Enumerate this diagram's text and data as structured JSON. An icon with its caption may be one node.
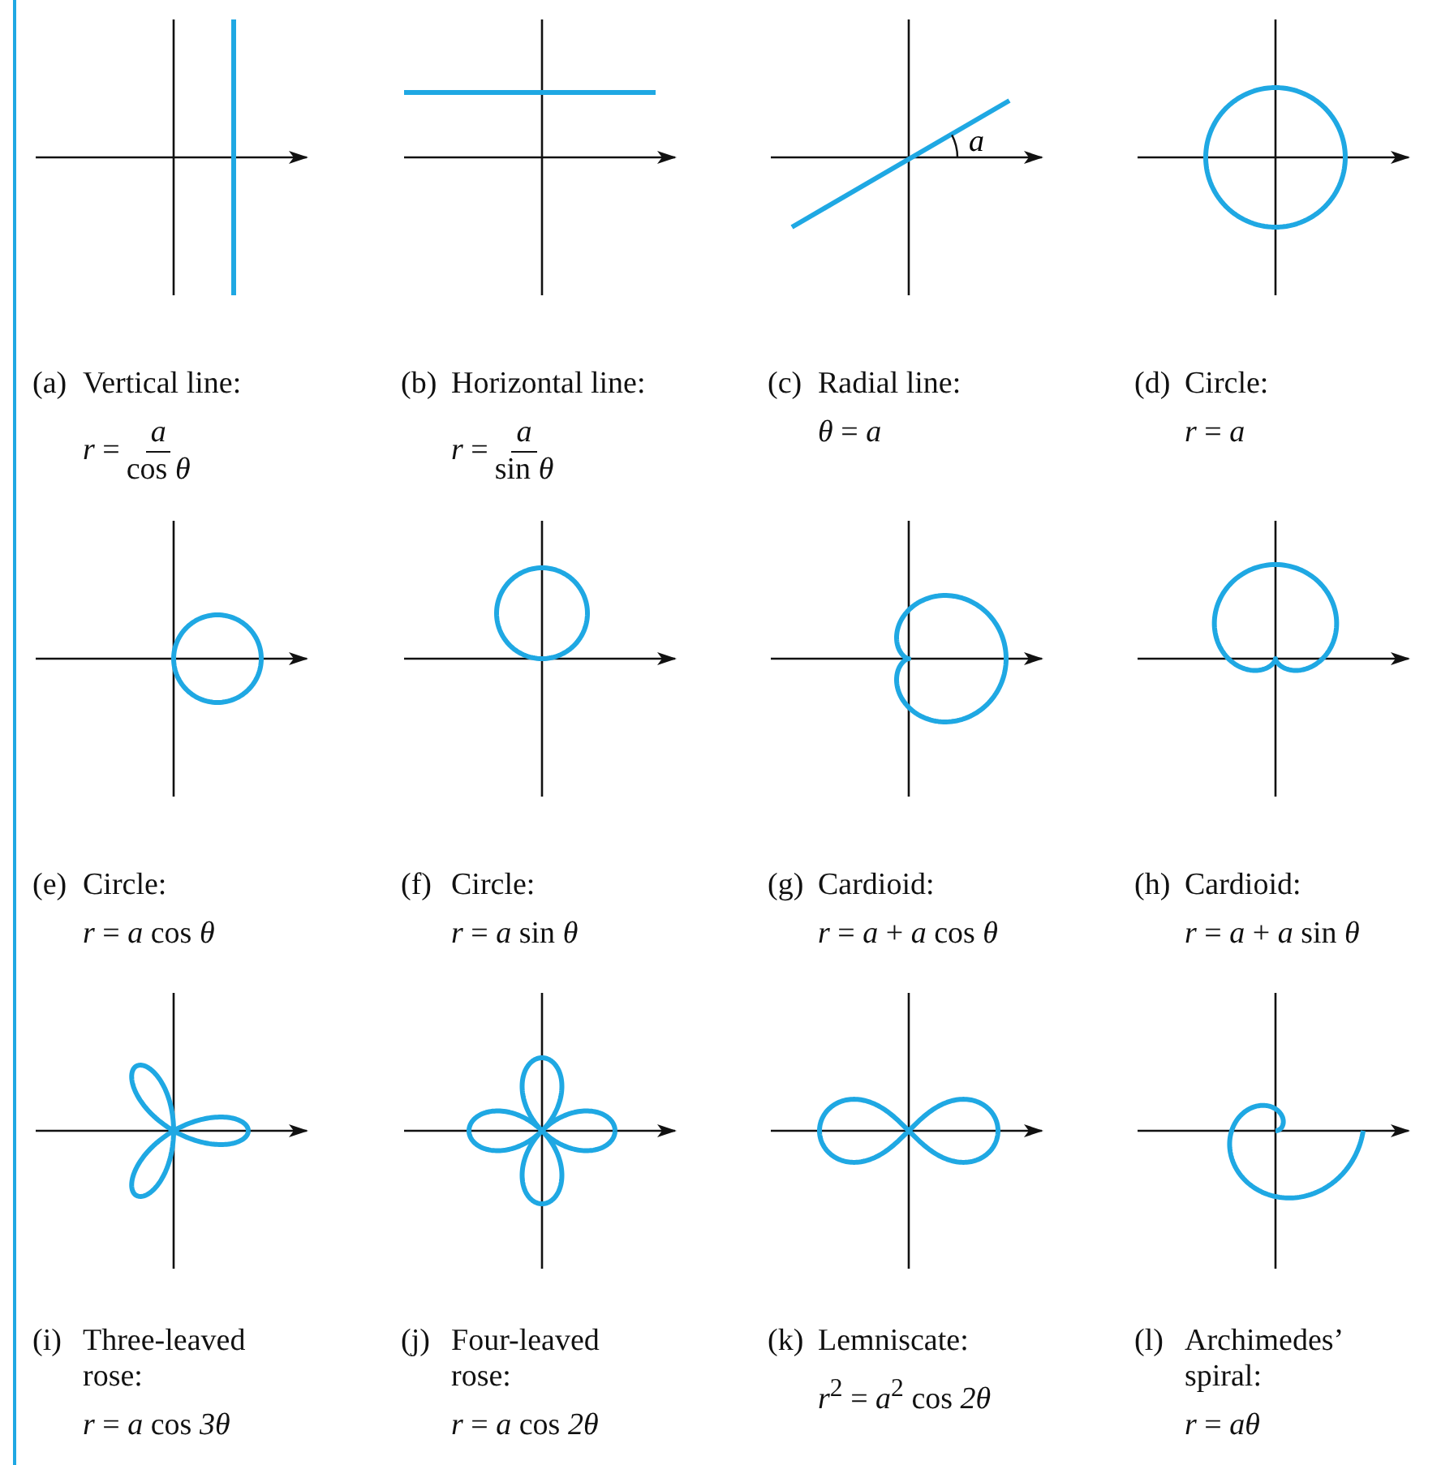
{
  "diagram": {
    "labels": [
      "a",
      "(a)",
      "Vertical line:",
      "*r* =",
      "*a*",
      "cos *θ*",
      "(b)",
      "Horizontal line:",
      "*r* =",
      "*a*",
      "sin *θ*",
      "(c)",
      "Radial line:",
      "*θ* = *a*",
      "(d)",
      "Circle:",
      "*r* = *a*",
      "(e)",
      "Circle:",
      "*r* = *a* cos *θ*",
      "(f)",
      "Circle:",
      "*r* = *a* sin *θ*",
      "(g)",
      "Cardioid:",
      "*r* = *a* + *a* cos *θ*",
      "(h)",
      "Cardioid:",
      "*r* = *a* + *a* sin *θ*",
      "(i)",
      "Three-leaved rose:",
      "*r* = *a* cos *3θ*",
      "(j)",
      "Four-leaved rose:",
      "*r* = *a* cos *2θ*",
      "(k)",
      "Lemniscate:",
      "*r*$^{2}$ = *a*$^{2}$ cos *2θ*",
      "(l)",
      "Archimedes’ spiral:",
      "*r* = *aθ*"
    ]
  }
}
